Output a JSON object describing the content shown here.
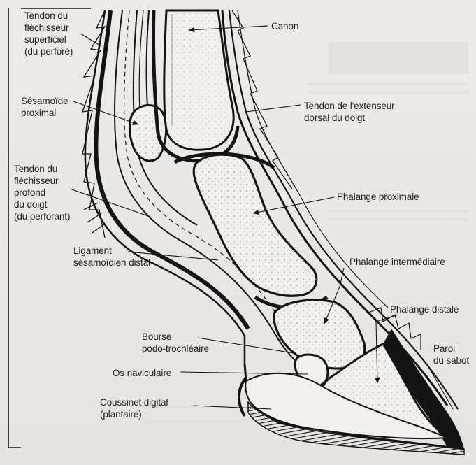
{
  "labels": {
    "tendon_flechisseur_superficiel": "Tendon du\nfléchisseur\nsuperficiel\n(du perforé)",
    "sesamoide_proximal": "Sésamoïde\nproximal",
    "tendon_flechisseur_profond": "Tendon du\nfléchisseur\nprofond\ndu doigt\n(du perforant)",
    "ligament_sesamoidien_distal": "Ligament\nsésamoïdien distal",
    "bourse_podo_trochleaire": "Bourse\npodo-trochléaire",
    "os_naviculaire": "Os naviculaire",
    "coussinet_digital": "Coussinet digital\n(plantaire)",
    "canon": "Canon",
    "tendon_extenseur": "Tendon de l'extenseur\ndorsal du doigt",
    "phalange_proximale": "Phalange proximale",
    "phalange_intermediaire": "Phalange intermédiaire",
    "phalange_distale": "Phalange distale",
    "paroi_du_sabot": "Paroi\ndu sabot"
  },
  "colors": {
    "ink": "#141414",
    "paper": "#ebe9e6",
    "bone": "#f2f0ec",
    "bone_spots": "#9a9894"
  }
}
